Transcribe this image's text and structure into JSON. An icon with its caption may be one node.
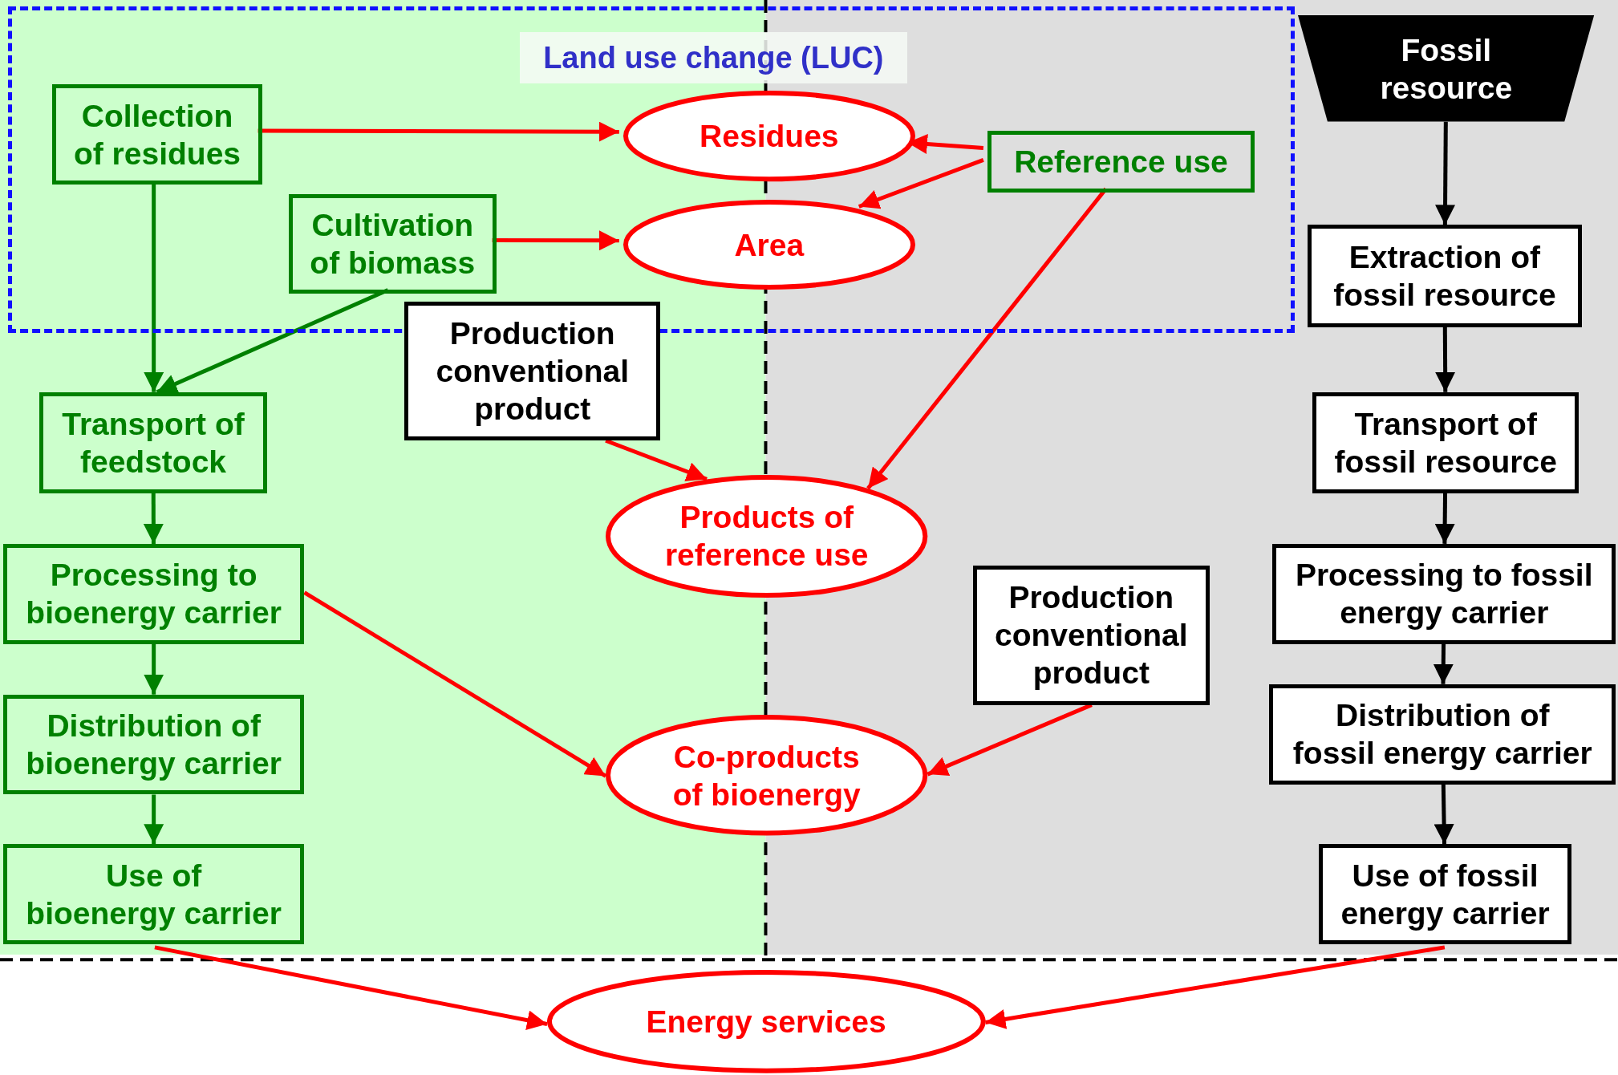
{
  "diagram": {
    "nodes": [
      {
        "text": [
          "Land use change (LUC)"
        ]
      },
      {
        "text": [
          "Collection of residues"
        ],
        "in": 0
      },
      {
        "text": [
          "Residues"
        ],
        "in": 0
      },
      {
        "text": [
          "Reference use"
        ],
        "in": 0
      },
      {
        "text": [
          "Cultivation of biomass"
        ],
        "in": 0
      },
      {
        "text": [
          "Area"
        ],
        "in": 0
      },
      {
        "text": [
          "Fossil resource"
        ]
      },
      {
        "text": [
          "Extraction of fossil resource"
        ]
      },
      {
        "text": [
          "Production conventional product"
        ]
      },
      {
        "text": [
          "Transport of feedstock"
        ]
      },
      {
        "text": [
          "Transport of fossil resource"
        ]
      },
      {
        "text": [
          "Products of reference use"
        ]
      },
      {
        "text": [
          "Processing to bioenergy carrier"
        ]
      },
      {
        "text": [
          "Processing to fossil energy carrier"
        ]
      },
      {
        "text": [
          "Production conventional product"
        ]
      },
      {
        "text": [
          "Distribution of bioenergy carrier"
        ]
      },
      {
        "text": [
          "Distribution of fossil energy carrier"
        ]
      },
      {
        "text": [
          "Co-products of bioenergy"
        ]
      },
      {
        "text": [
          "Use of bioenergy carrier"
        ]
      },
      {
        "text": [
          "Use of fossil energy carrier"
        ]
      },
      {
        "text": [
          "Energy services"
        ]
      }
    ],
    "edges": [
      {
        "from": 1,
        "to": 2,
        "arrow": "to"
      },
      {
        "from": 1,
        "to": 9,
        "arrow": "to",
        "color": "#008000"
      },
      {
        "from": 4,
        "to": 5,
        "arrow": "to"
      },
      {
        "from": 4,
        "to": 9,
        "arrow": "to",
        "color": "#008000"
      },
      {
        "from": 3,
        "to": 2,
        "arrow": "to"
      },
      {
        "from": 3,
        "to": 5,
        "arrow": "to"
      },
      {
        "from": 3,
        "to": 11,
        "arrow": "to"
      },
      {
        "from": 8,
        "to": 11,
        "arrow": "to"
      },
      {
        "from": 9,
        "to": 12,
        "arrow": "to",
        "color": "#008000"
      },
      {
        "from": 12,
        "to": 15,
        "arrow": "to",
        "color": "#008000"
      },
      {
        "from": 15,
        "to": 18,
        "arrow": "to",
        "color": "#008000"
      },
      {
        "from": 12,
        "to": 17,
        "arrow": "to"
      },
      {
        "from": 14,
        "to": 17,
        "arrow": "to"
      },
      {
        "from": 18,
        "to": 20,
        "arrow": "to"
      },
      {
        "from": 6,
        "to": 7,
        "arrow": "to",
        "color": "#000000"
      },
      {
        "from": 7,
        "to": 10,
        "arrow": "to",
        "color": "#000000"
      },
      {
        "from": 10,
        "to": 13,
        "arrow": "to",
        "color": "#000000"
      },
      {
        "from": 13,
        "to": 16,
        "arrow": "to",
        "color": "#000000"
      },
      {
        "from": 16,
        "to": 19,
        "arrow": "to",
        "color": "#000000"
      },
      {
        "from": 19,
        "to": 20,
        "arrow": "to"
      }
    ]
  }
}
